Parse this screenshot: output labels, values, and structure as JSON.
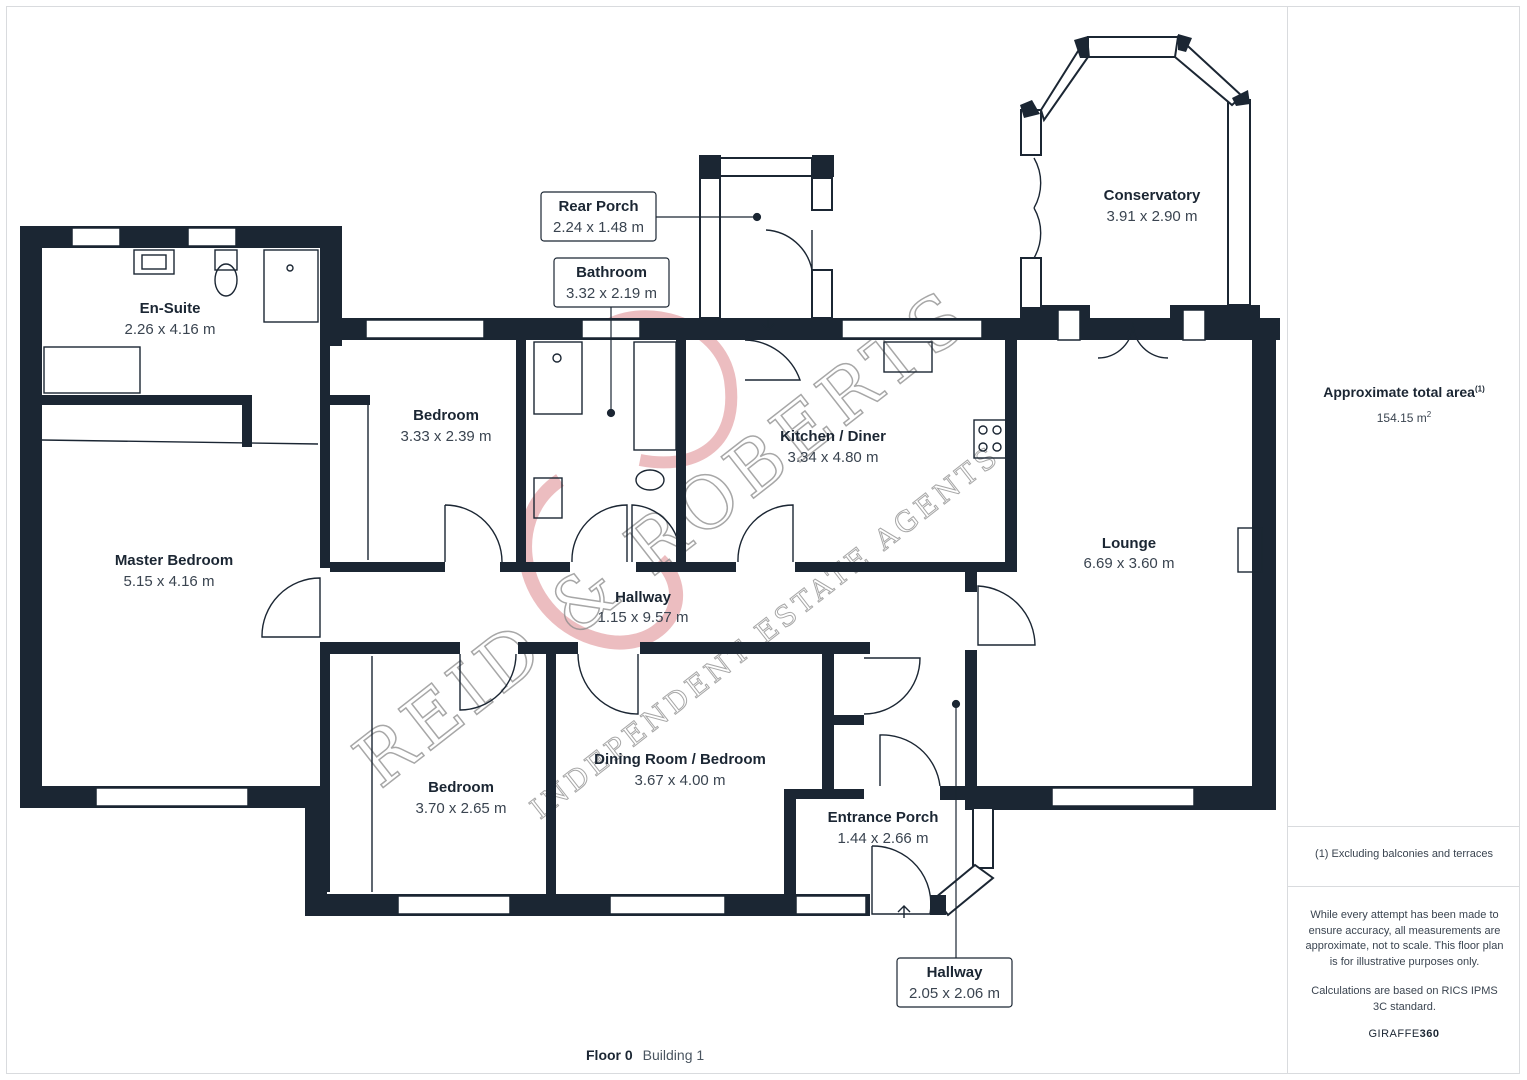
{
  "floor": {
    "label": "Floor 0",
    "building": "Building 1"
  },
  "rooms": [
    {
      "name": "En-Suite",
      "dims": "2.26 x 4.16 m"
    },
    {
      "name": "Master Bedroom",
      "dims": "5.15 x 4.16 m"
    },
    {
      "name": "Bedroom",
      "dims": "3.33 x 2.39 m"
    },
    {
      "name": "Kitchen / Diner",
      "dims": "3.34 x 4.80 m"
    },
    {
      "name": "Conservatory",
      "dims": "3.91 x 2.90 m"
    },
    {
      "name": "Lounge",
      "dims": "6.69 x 3.60 m"
    },
    {
      "name": "Hallway",
      "dims": "1.15 x 9.57 m"
    },
    {
      "name": "Bedroom",
      "dims": "3.70 x 2.65 m"
    },
    {
      "name": "Dining Room / Bedroom",
      "dims": "3.67 x 4.00 m"
    },
    {
      "name": "Entrance Porch",
      "dims": "1.44 x 2.66 m"
    }
  ],
  "callouts": [
    {
      "name": "Rear Porch",
      "dims": "2.24 x 1.48 m"
    },
    {
      "name": "Bathroom",
      "dims": "3.32 x 2.19 m"
    },
    {
      "name": "Hallway",
      "dims": "2.05 x 2.06 m"
    }
  ],
  "sidebar": {
    "area_title": "Approximate total area",
    "area_footnote_mark": "(1)",
    "area_value": "154.15 m",
    "area_unit_sup": "2",
    "footnote": "(1) Excluding balconies and terraces",
    "disclaimer": "While every attempt has been made to ensure accuracy, all measurements are approximate, not to scale. This floor plan is for illustrative purposes only.",
    "calculations": "Calculations are based on RICS IPMS 3C standard.",
    "brand_a": "GIRAFFE",
    "brand_b": "360"
  },
  "watermark": {
    "main": "REID & ROBERTS",
    "sub": "INDEPENDENT ESTATE AGENTS"
  },
  "colors": {
    "wall": "#1b2633",
    "window": "#ffffff",
    "accent_logo": "#c9434b",
    "text": "#1b2633"
  }
}
